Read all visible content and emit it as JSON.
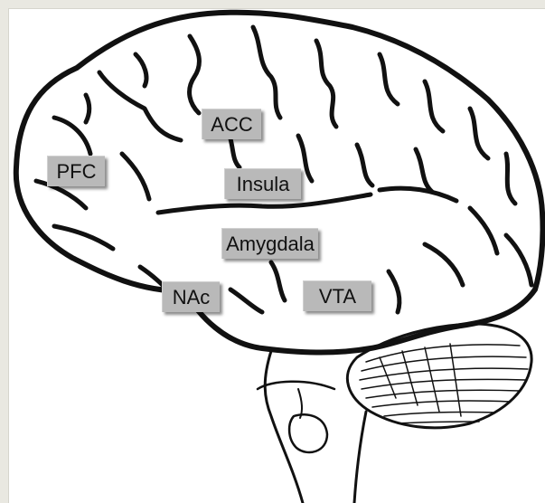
{
  "labels": {
    "pfc": "PFC",
    "acc": "ACC",
    "insula": "Insula",
    "amygdala": "Amygdala",
    "nac": "NAc",
    "vta": "VTA"
  },
  "colors": {
    "background": "#e9e8e1",
    "panel": "#ffffff",
    "label_fill": "#b9b9b9",
    "outline": "#111111"
  }
}
